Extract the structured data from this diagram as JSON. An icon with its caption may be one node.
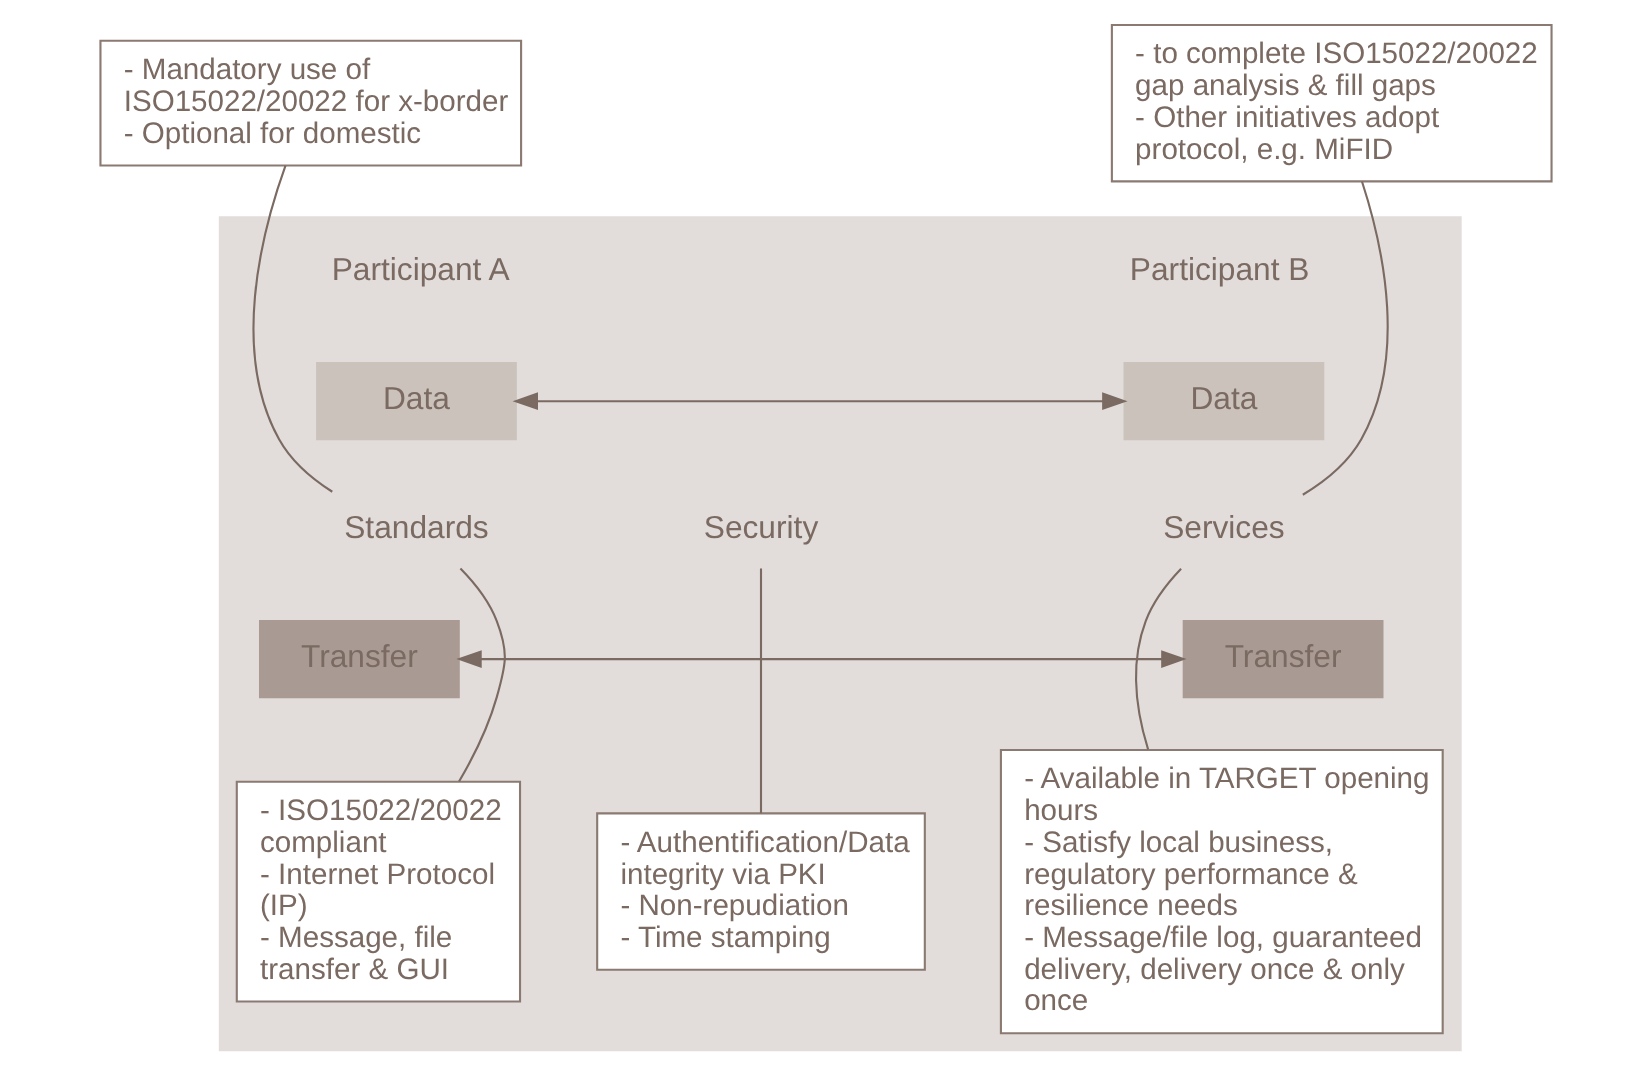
{
  "diagram": {
    "nodes": [
      {
        "text": [],
        "shape": "box"
      },
      {
        "text": [
          "Data"
        ],
        "in": 0
      },
      {
        "text": [
          "Transfer"
        ],
        "in": 0
      },
      {
        "text": [
          "Data"
        ],
        "in": 0
      },
      {
        "text": [
          "Transfer"
        ],
        "in": 0
      },
      {
        "text": [
          "Standards"
        ],
        "in": 0
      },
      {
        "text": [
          "Security"
        ],
        "in": 0
      },
      {
        "text": [
          "Services"
        ],
        "in": 0
      },
      {
        "text": [
          "- Mandatory use of ISO15022/20022 for x-border",
          "- Optional for domestic"
        ]
      },
      {
        "text": [
          "- to complete ISO15022/20022 gap analysis & fill gaps",
          "- Other initiatives adopt protocol, e.g. MiFID"
        ]
      },
      {
        "text": [
          "- ISO15022/20022 compliant",
          "- Internet Protocol (IP)",
          "- Message, file transfer & GUI"
        ],
        "in": 0
      },
      {
        "text": [
          "- Authentification/Data integrity via PKI",
          "- Non-repudiation",
          "- Time stamping"
        ],
        "in": 0
      },
      {
        "text": [
          "- Available in TARGET opening hours",
          "- Satisfy local business, regulatory performance & resilience needs",
          "- Message/file log, guaranteed delivery, delivery once & only once"
        ],
        "in": 0
      }
    ],
    "edges": [
      {
        "from": 1,
        "to": 3,
        "arrow": "both"
      },
      {
        "from": 2,
        "to": 4,
        "arrow": "both"
      },
      {
        "from": 8,
        "to": 5,
        "arrow": "none"
      },
      {
        "from": 9,
        "to": 7,
        "arrow": "none"
      },
      {
        "from": 5,
        "to": 10,
        "arrow": "none"
      },
      {
        "from": 6,
        "to": 11,
        "arrow": "none"
      },
      {
        "from": 7,
        "to": 12,
        "arrow": "none"
      }
    ],
    "labels": [
      "Participant A",
      "Participant B"
    ]
  }
}
